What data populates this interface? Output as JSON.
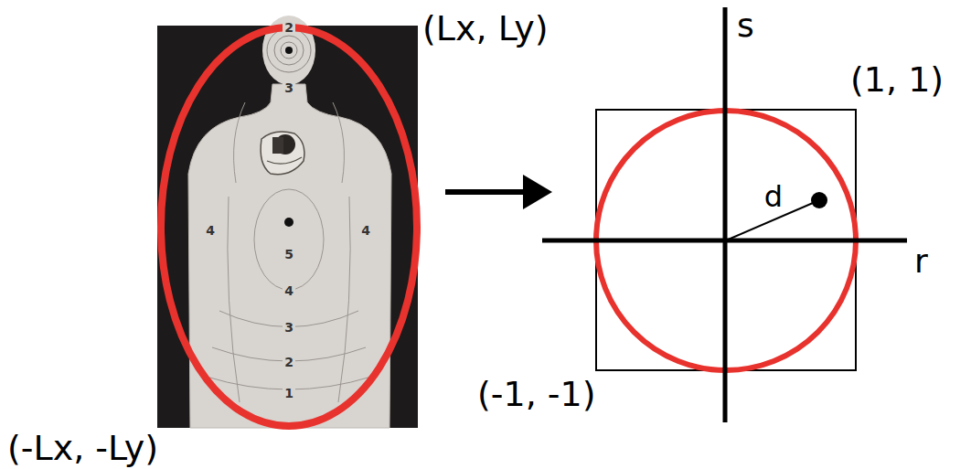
{
  "diagram": {
    "labels": [
      "(Lx, Ly)",
      "2",
      "3",
      "4",
      "5",
      "4",
      "4",
      "3",
      "2",
      "1",
      "s",
      "(1, 1)",
      "d",
      "r",
      "(-1, -1)",
      "(-Lx, -Ly)"
    ]
  }
}
